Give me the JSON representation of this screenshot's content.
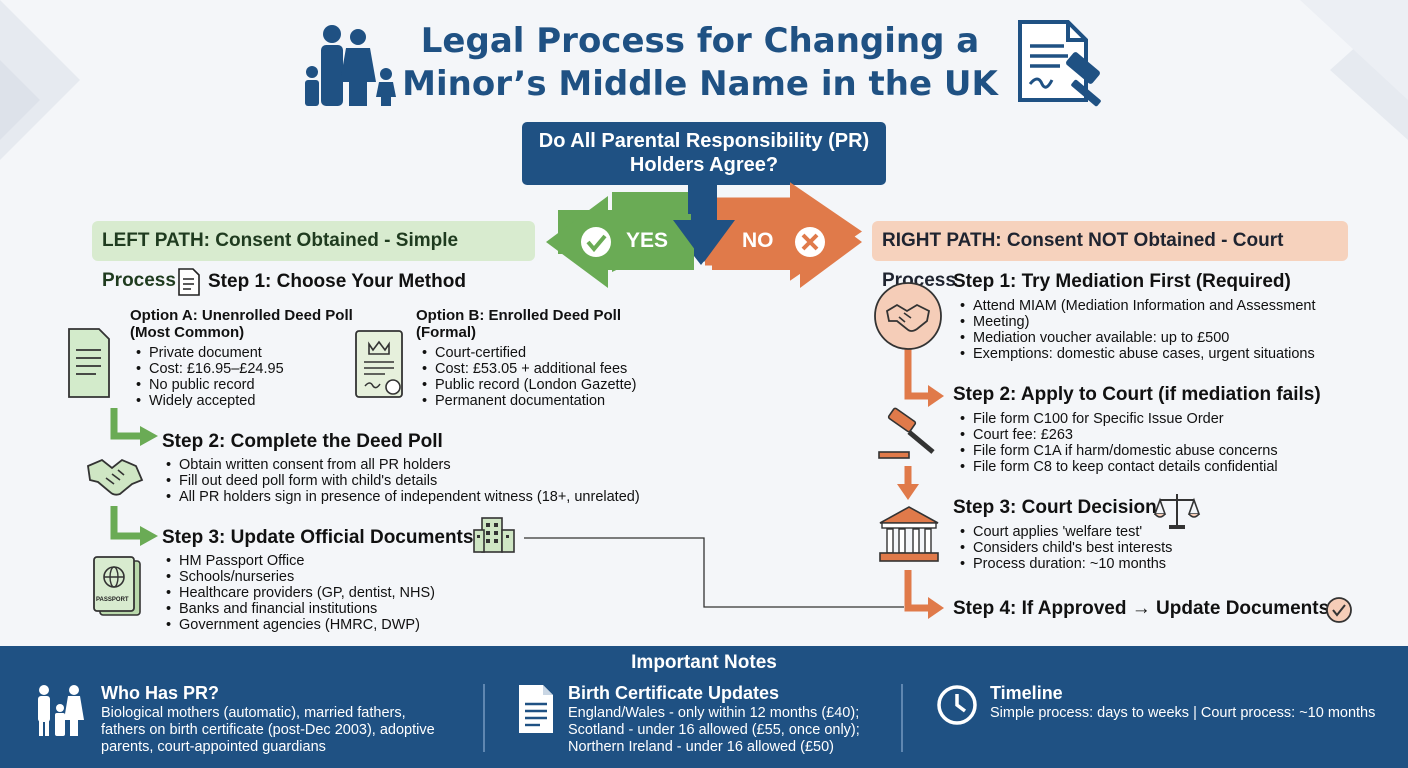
{
  "title": {
    "line1": "Legal Process for Changing a",
    "line2": "Minor’s Middle Name in the UK"
  },
  "question": {
    "line1": "Do All Parental Responsibility (PR)",
    "line2": "Holders Agree?"
  },
  "yes_label": "YES",
  "no_label": "NO",
  "left_path": {
    "label": "LEFT PATH: Consent Obtained - Simple Process",
    "step1": {
      "title": "Step 1: Choose Your Method",
      "option_a": {
        "title1": "Option A: Unenrolled Deed Poll",
        "title2": "(Most Common)",
        "bullets": [
          "Private document",
          "Cost: £16.95–£24.95",
          "No public record",
          "Widely accepted"
        ]
      },
      "option_b": {
        "title1": "Option B: Enrolled Deed Poll",
        "title2": "(Formal)",
        "bullets": [
          "Court-certified",
          "Cost: £53.05 + additional fees",
          "Public record (London Gazette)",
          "Permanent documentation"
        ]
      }
    },
    "step2": {
      "title": "Step 2: Complete the Deed Poll",
      "bullets": [
        "Obtain written consent from all PR holders",
        "Fill out deed poll form with child's details",
        "All PR holders sign in presence of independent witness (18+, unrelated)"
      ]
    },
    "step3": {
      "title": "Step 3: Update Official Documents",
      "passport_text": "PASSPORT",
      "bullets": [
        "HM Passport Office",
        "Schools/nurseries",
        "Healthcare providers (GP, dentist, NHS)",
        "Banks and financial institutions",
        "Government agencies (HMRC, DWP)"
      ]
    }
  },
  "right_path": {
    "label": "RIGHT PATH: Consent NOT Obtained - Court Process",
    "step1": {
      "title": "Step 1: Try Mediation First (Required)",
      "bullets": [
        "Attend MIAM (Mediation Information and Assessment",
        "Meeting)",
        "Mediation voucher available: up to £500",
        "Exemptions: domestic abuse cases, urgent situations"
      ]
    },
    "step2": {
      "title": "Step 2: Apply to Court (if mediation fails)",
      "bullets": [
        "File form C100 for Specific Issue Order",
        "Court fee: £263",
        "File form C1A if harm/domestic abuse concerns",
        "File form C8 to keep contact details confidential"
      ]
    },
    "step3": {
      "title": "Step 3: Court Decision",
      "bullets": [
        "Court applies 'welfare test'",
        "Considers child's best interests",
        "Process duration: ~10 months"
      ]
    },
    "step4": {
      "title": "Step 4: If Approved → Update Documents"
    }
  },
  "notes": {
    "title": "Important Notes",
    "who": {
      "title": "Who Has PR?",
      "lines": [
        "Biological mothers (automatic), married fathers,",
        "fathers on birth certificate (post-Dec 2003), adoptive",
        "parents, court-appointed guardians"
      ]
    },
    "birth": {
      "title": "Birth Certificate Updates",
      "lines": [
        "England/Wales - only within 12 months (£40);",
        "Scotland - under 16 allowed (£55, once only);",
        "Northern Ireland - under 16 allowed (£50)"
      ]
    },
    "timeline": {
      "title": "Timeline",
      "lines": [
        "Simple process: days to weeks | Court process: ~10 months"
      ]
    }
  },
  "colors": {
    "navy": "#1f5183",
    "green": "#6aab55",
    "orange": "#e07a4a",
    "left_band": "#d8ebcf",
    "right_band": "#f6d2bd"
  }
}
